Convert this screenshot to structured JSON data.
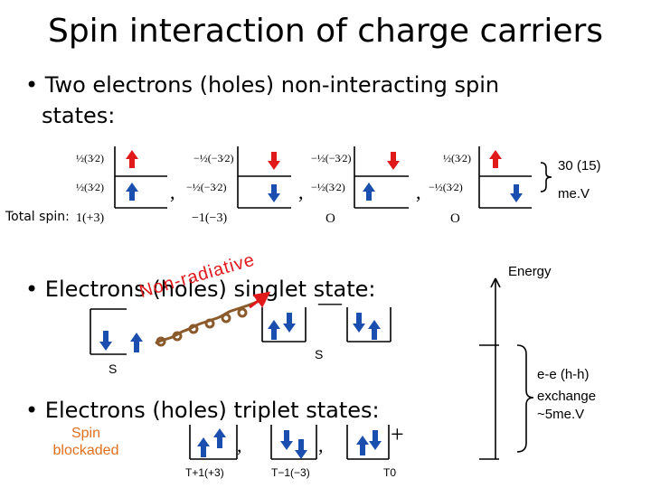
{
  "slide": {
    "title": "Spin interaction of charge carriers",
    "bullet1_line1": "• Two electrons (holes) non-interacting spin",
    "bullet1_line2": "states:",
    "bullet2": "• Electrons (holes) singlet state:",
    "bullet3": "• Electrons (holes) triplet states:"
  },
  "states_row": {
    "top_fracs": [
      "½(3⁄2)",
      "−½(−3⁄2)",
      "−½(−3⁄2)",
      "½(3⁄2)"
    ],
    "bottom_fracs": [
      "½(3⁄2)",
      "−½(−3⁄2)",
      "−½(3⁄2)",
      "−½(3⁄2)"
    ],
    "separators": [
      ",",
      ",",
      ","
    ],
    "total_spin_label": "Total spin:",
    "total_spins": [
      "1(+3)",
      "−1(−3)",
      "O",
      "O"
    ],
    "splitting_value": "30 (15)",
    "splitting_unit": "me.V"
  },
  "singlet": {
    "annotation_nonradiative": "Non-radiative",
    "label_left": "S",
    "label_right": "S",
    "minus_sign": "—"
  },
  "triplet": {
    "spin_blockaded": "Spin blockaded",
    "labels": [
      "T+1(+3)",
      "T−1(−3)",
      "T0"
    ],
    "separators": [
      ",",
      ","
    ],
    "plus_sign": "+"
  },
  "energy": {
    "label": "Energy",
    "exchange_line1": "e-e (h-h)",
    "exchange_line2": "exchange",
    "exchange_line3": "~5me.V"
  },
  "colors": {
    "spin_up": "#e0191b",
    "spin_down": "#1a4fb0",
    "accent_orange": "#e07020",
    "dashed_brown": "#8b5a2b"
  }
}
